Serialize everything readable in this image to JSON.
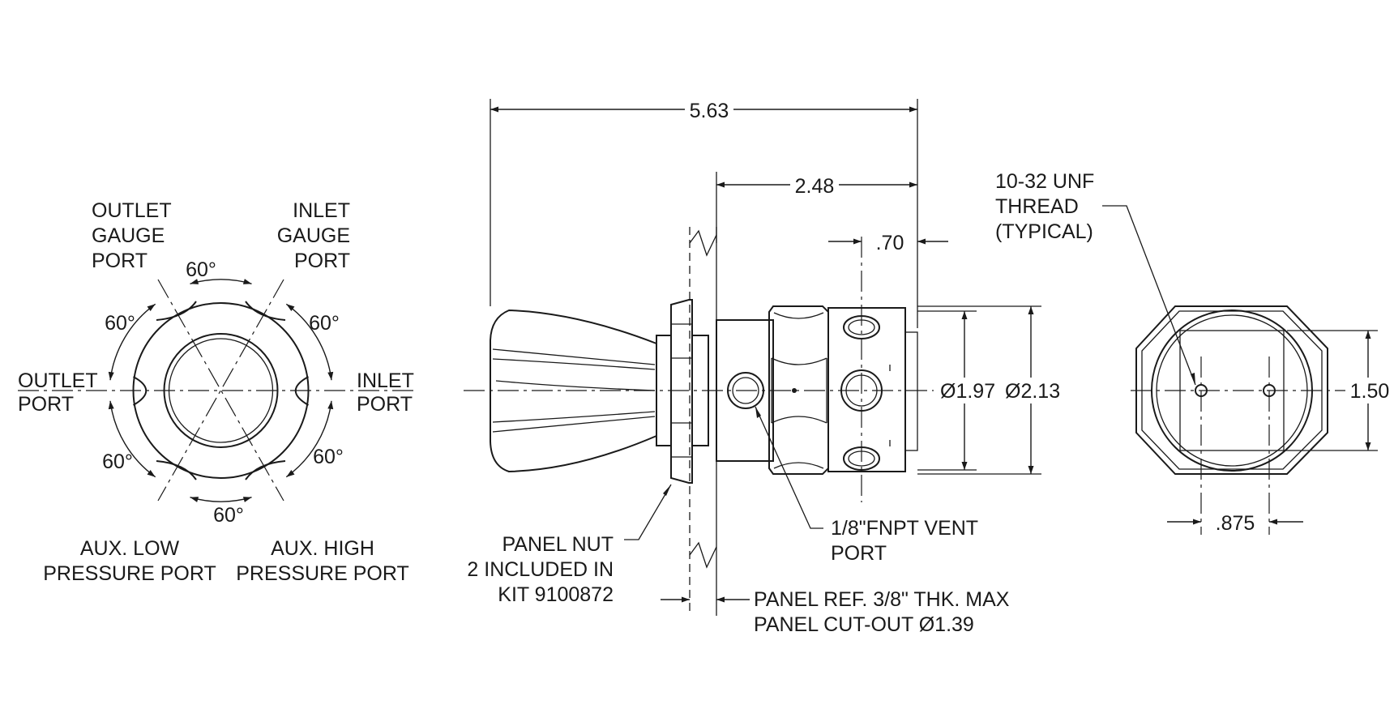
{
  "front_view": {
    "outlet_gauge_port": [
      "OUTLET",
      "GAUGE",
      "PORT"
    ],
    "inlet_gauge_port": [
      "INLET",
      "GAUGE",
      "PORT"
    ],
    "outlet_port": [
      "OUTLET",
      "PORT"
    ],
    "inlet_port": [
      "INLET",
      "PORT"
    ],
    "aux_low_port": [
      "AUX. LOW",
      "PRESSURE PORT"
    ],
    "aux_high_port": [
      "AUX. HIGH",
      "PRESSURE PORT"
    ],
    "angle": "60°"
  },
  "side_view": {
    "overall_length": "5.63",
    "body_length": "2.48",
    "port_offset": ".70",
    "dia_inner": "Ø1.97",
    "dia_outer": "Ø2.13",
    "panel_nut": [
      "PANEL NUT",
      "2 INCLUDED IN",
      "KIT 9100872"
    ],
    "vent_port": [
      "1/8\"FNPT VENT",
      "PORT"
    ],
    "panel_ref": [
      "PANEL REF. 3/8\" THK. MAX",
      "PANEL CUT-OUT  Ø1.39"
    ]
  },
  "rear_view": {
    "thread_note": [
      "10-32 UNF",
      "THREAD",
      "(TYPICAL)"
    ],
    "height": "1.50",
    "hole_spacing": ".875"
  }
}
